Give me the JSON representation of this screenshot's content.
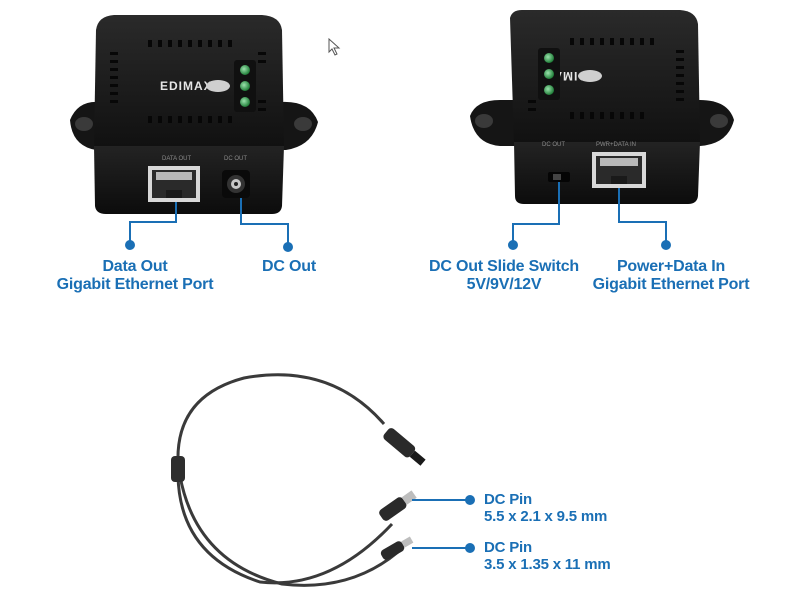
{
  "devices": {
    "left": {
      "brand": "EDIMAX Pro",
      "port_labels": [
        "DATA OUT",
        "DC OUT"
      ]
    },
    "right": {
      "brand": "EDIMAX Pro",
      "port_labels": [
        "DC OUT",
        "PWR+DATA IN"
      ]
    }
  },
  "callouts": {
    "data_out": {
      "line1": "Data Out",
      "line2": "Gigabit Ethernet Port"
    },
    "dc_out": {
      "line1": "DC Out"
    },
    "dc_switch": {
      "line1": "DC Out Slide Switch",
      "line2": "5V/9V/12V"
    },
    "power_data_in": {
      "line1": "Power+Data In",
      "line2": "Gigabit Ethernet Port"
    },
    "pin_a": {
      "line1": "DC Pin",
      "line2": "5.5 x 2.1 x 9.5 mm"
    },
    "pin_b": {
      "line1": "DC Pin",
      "line2": "3.5 x 1.35 x 11 mm"
    }
  },
  "colors": {
    "callout": "#1a6fb5",
    "device_body": "#1c1c1c",
    "led": "#3fae5a",
    "cable": "#3a3a3a"
  }
}
